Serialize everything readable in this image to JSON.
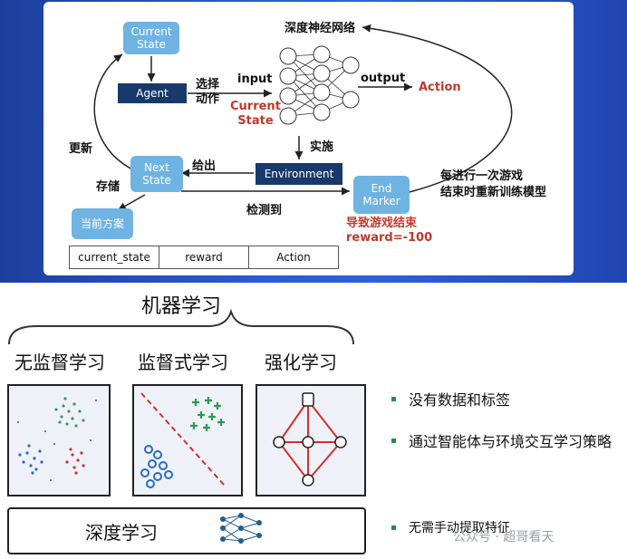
{
  "rl_diagram": {
    "current_state_box": "Current\nState",
    "agent_box": "Agent",
    "select_action_label": "选择\n动作",
    "input_label": "input",
    "current_state_red": "Current\nState",
    "nn_title": "深度神经网络",
    "output_label": "output",
    "action_red": "Action",
    "implement_label": "实施",
    "environment_box": "Environment",
    "give_label": "给出",
    "next_state_box": "Next\nState",
    "update_label": "更新",
    "store_label": "存储",
    "current_plan_box": "当前方案",
    "detect_label": "检测到",
    "end_marker_box": "End\nMarker",
    "game_over_red": "导致游戏结束\nreward=-100",
    "retrain_label": "每进行一次游戏\n结束时重新训练模型",
    "table_cols": [
      "current_state",
      "reward",
      "Action"
    ]
  },
  "ml_overview": {
    "title": "机器学习",
    "categories": [
      "无监督学习",
      "监督式学习",
      "强化学习"
    ],
    "bullets": [
      "没有数据和标签",
      "通过智能体与环境交互学习策略",
      "无需手动提取特征"
    ],
    "deep_learning": "深度学习",
    "watermark": "公众号 · 超哥看天"
  },
  "colors": {
    "light_box": "#6fb3e3",
    "dark_box": "#173a6b",
    "accent_red": "#c0392b",
    "background_blue": "#2a5bd0"
  }
}
